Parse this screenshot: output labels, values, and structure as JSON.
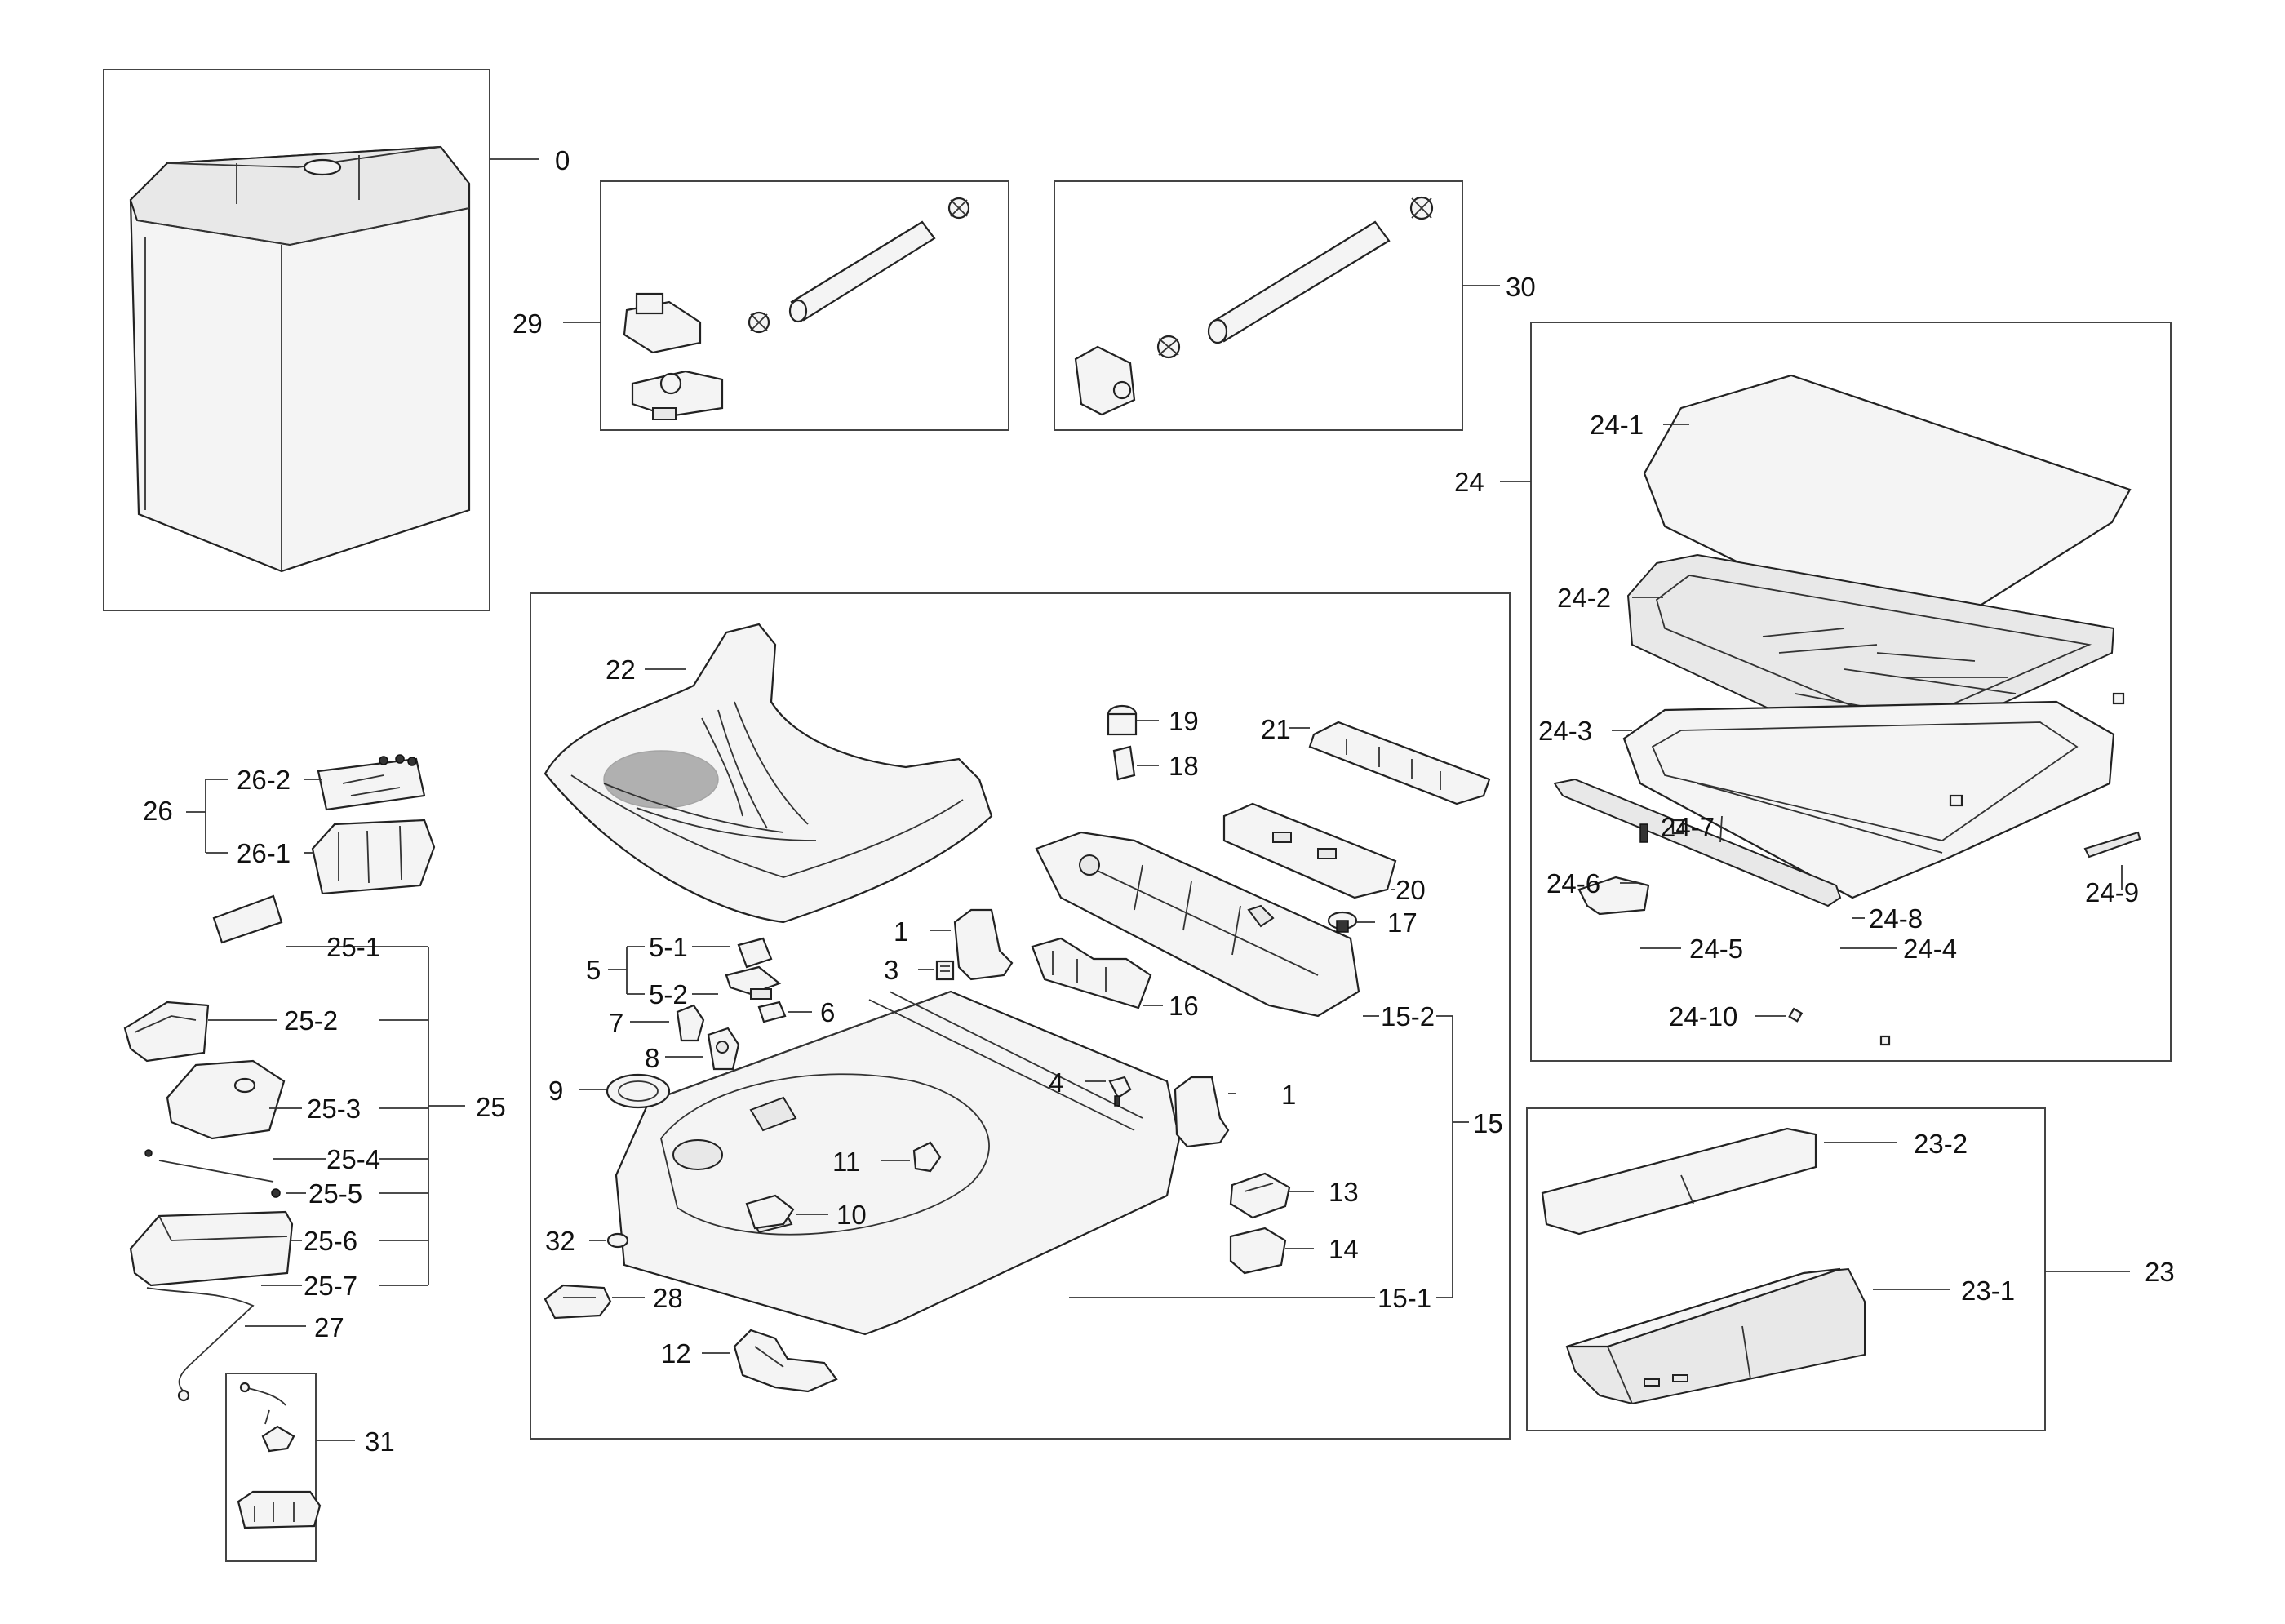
{
  "labels": {
    "l0": "0",
    "l1a": "1",
    "l1b": "1",
    "l3": "3",
    "l4": "4",
    "l5": "5",
    "l5_1": "5-1",
    "l5_2": "5-2",
    "l6": "6",
    "l7": "7",
    "l8": "8",
    "l9": "9",
    "l10": "10",
    "l11": "11",
    "l12": "12",
    "l13": "13",
    "l14": "14",
    "l15": "15",
    "l15_1": "15-1",
    "l15_2": "15-2",
    "l16": "16",
    "l17": "17",
    "l18": "18",
    "l19": "19",
    "l20": "20",
    "l21": "21",
    "l22": "22",
    "l23": "23",
    "l23_1": "23-1",
    "l23_2": "23-2",
    "l24": "24",
    "l24_1": "24-1",
    "l24_2": "24-2",
    "l24_3": "24-3",
    "l24_4": "24-4",
    "l24_5": "24-5",
    "l24_6": "24-6",
    "l24_7": "24-7",
    "l24_8": "24-8",
    "l24_9": "24-9",
    "l24_10": "24-10",
    "l25": "25",
    "l25_1": "25-1",
    "l25_2": "25-2",
    "l25_3": "25-3",
    "l25_4": "25-4",
    "l25_5": "25-5",
    "l25_6": "25-6",
    "l25_7": "25-7",
    "l26": "26",
    "l26_1": "26-1",
    "l26_2": "26-2",
    "l27": "27",
    "l28": "28",
    "l29": "29",
    "l30": "30",
    "l31": "31",
    "l32": "32"
  },
  "icons": {
    "washer": "washer-cabinet-icon",
    "hose": "hose-icon",
    "lid": "lid-icon",
    "panel": "control-panel-icon"
  },
  "colors": {
    "ink": "#222222",
    "fill": "#f4f4f4",
    "frame": "#444444"
  }
}
